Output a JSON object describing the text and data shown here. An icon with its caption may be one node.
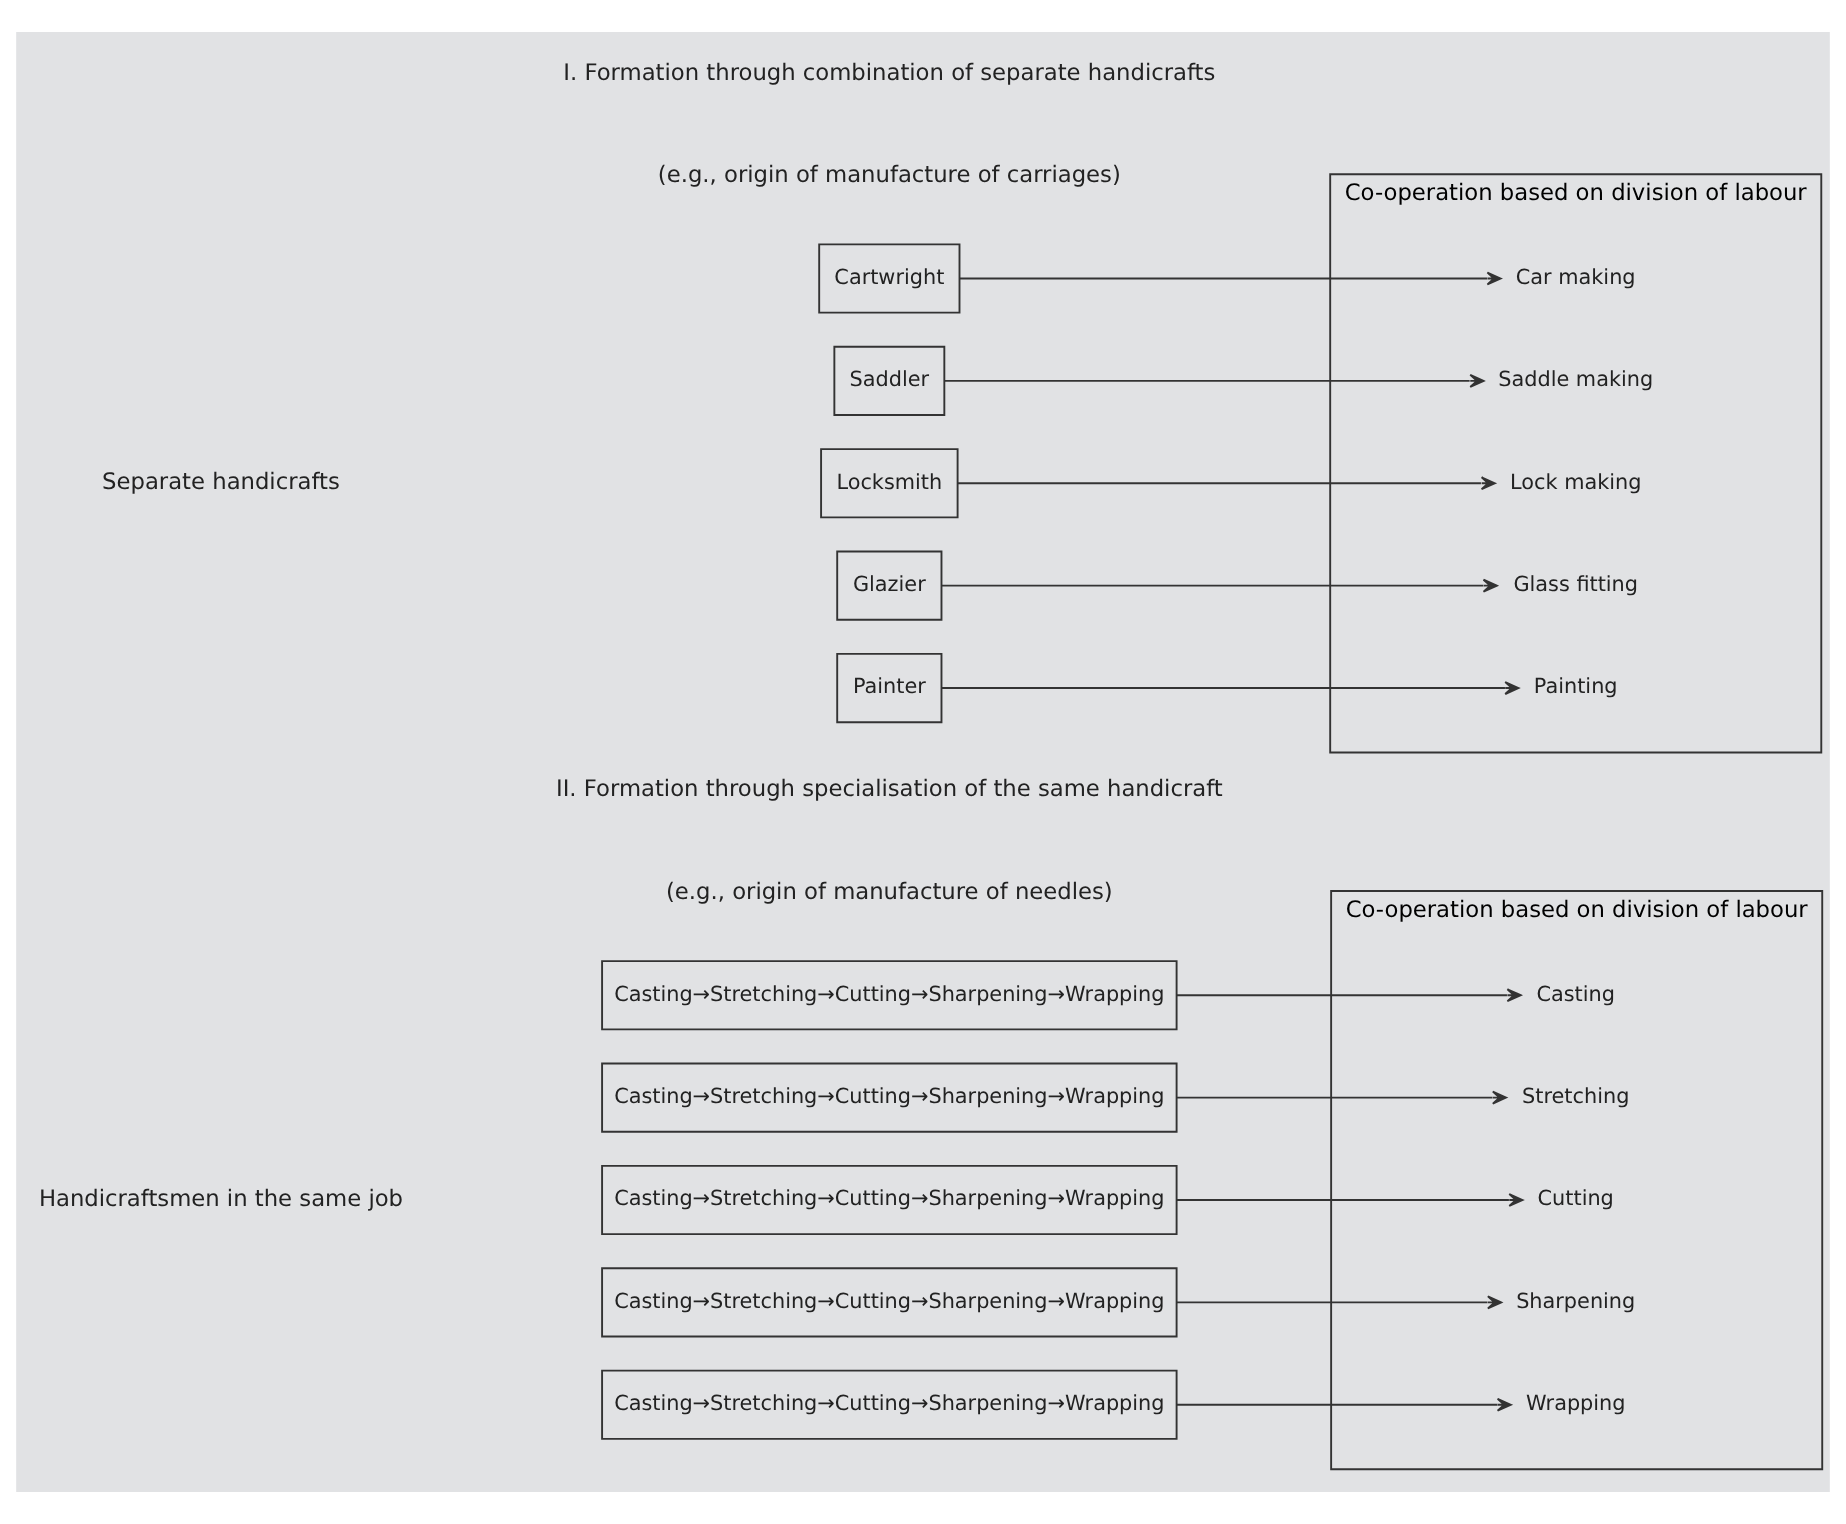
{
  "diagram": {
    "nodes": [
      {
        "text": [
          "Cartwright"
        ]
      },
      {
        "text": [
          "Saddler"
        ]
      },
      {
        "text": [
          "Locksmith"
        ]
      },
      {
        "text": [
          "Glazier"
        ]
      },
      {
        "text": [
          "Painter"
        ]
      },
      {
        "text": [
          "Co-operation based on division of labour"
        ]
      },
      {
        "text": [
          "Car making"
        ],
        "in": 5
      },
      {
        "text": [
          "Saddle making"
        ],
        "in": 5
      },
      {
        "text": [
          "Lock making"
        ],
        "in": 5
      },
      {
        "text": [
          "Glass fitting"
        ],
        "in": 5
      },
      {
        "text": [
          "Painting"
        ],
        "in": 5
      },
      {
        "text": [
          "Casting→Stretching→Cutting→Sharpening→Wrapping"
        ]
      },
      {
        "text": [
          "Casting→Stretching→Cutting→Sharpening→Wrapping"
        ]
      },
      {
        "text": [
          "Casting→Stretching→Cutting→Sharpening→Wrapping"
        ]
      },
      {
        "text": [
          "Casting→Stretching→Cutting→Sharpening→Wrapping"
        ]
      },
      {
        "text": [
          "Casting→Stretching→Cutting→Sharpening→Wrapping"
        ]
      },
      {
        "text": [
          "Co-operation based on division of labour"
        ]
      },
      {
        "text": [
          "Casting"
        ],
        "in": 16
      },
      {
        "text": [
          "Stretching"
        ],
        "in": 16
      },
      {
        "text": [
          "Cutting"
        ],
        "in": 16
      },
      {
        "text": [
          "Sharpening"
        ],
        "in": 16
      },
      {
        "text": [
          "Wrapping"
        ],
        "in": 16
      }
    ],
    "edges": [
      {
        "from": 0,
        "to": 6,
        "arrow": "to"
      },
      {
        "from": 1,
        "to": 7,
        "arrow": "to"
      },
      {
        "from": 2,
        "to": 8,
        "arrow": "to"
      },
      {
        "from": 3,
        "to": 9,
        "arrow": "to"
      },
      {
        "from": 4,
        "to": 10,
        "arrow": "to"
      },
      {
        "from": 11,
        "to": 17,
        "arrow": "to"
      },
      {
        "from": 12,
        "to": 18,
        "arrow": "to"
      },
      {
        "from": 13,
        "to": 19,
        "arrow": "to"
      },
      {
        "from": 14,
        "to": 20,
        "arrow": "to"
      },
      {
        "from": 15,
        "to": 21,
        "arrow": "to"
      }
    ],
    "labels": [
      "I. Formation through combination of separate handicrafts",
      "(e.g., origin of manufacture of carriages)",
      "Separate handicrafts",
      "II. Formation through specialisation of the same handicraft",
      "(e.g., origin of manufacture of needles)",
      "Handicraftsmen in the same job"
    ]
  }
}
